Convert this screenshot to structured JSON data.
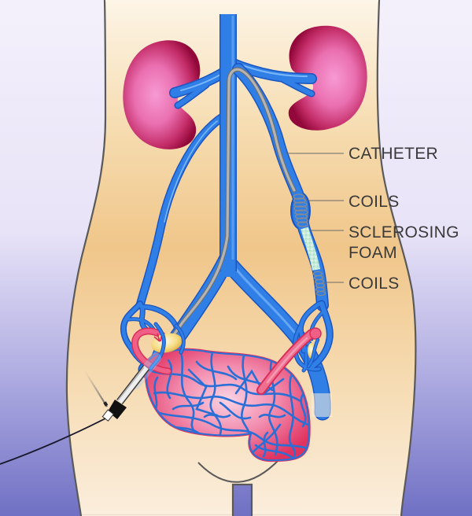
{
  "labels": {
    "catheter": "CATHETER",
    "coils_upper": "COILS",
    "sclerosing_foam_line1": "SCLEROSING",
    "sclerosing_foam_line2": "FOAM",
    "coils_lower": "COILS"
  },
  "structures": [
    "torso-silhouette",
    "kidney-left",
    "kidney-right",
    "inferior-vena-cava",
    "renal-veins",
    "ovarian-vein-left",
    "ovarian-vein-right-embolized",
    "iliac-veins",
    "pelvic-venous-plexus",
    "ovaries",
    "fallopian-tubes",
    "uterus-with-varicose-veins",
    "catheter",
    "introducer-sheath",
    "guidewire",
    "embolization-coils",
    "sclerosing-foam"
  ],
  "colors": {
    "background_top": "#f4f0fb",
    "background_bottom": "#7272c6",
    "skin_light": "#fdf4e5",
    "skin_mid": "#f0c88c",
    "outline": "#5a5a5a",
    "vein": "#2f7fe6",
    "vein_dark": "#1b55c0",
    "vein_highlight": "#8cc4ff",
    "kidney_light": "#f48ccb",
    "kidney_dark": "#9a0c3a",
    "uterus": "#ee5a86",
    "ovary": "#f5d77a",
    "catheter": "#a4a4a4",
    "foam": "#c6ebd9",
    "label_text": "#3a3a3a"
  }
}
